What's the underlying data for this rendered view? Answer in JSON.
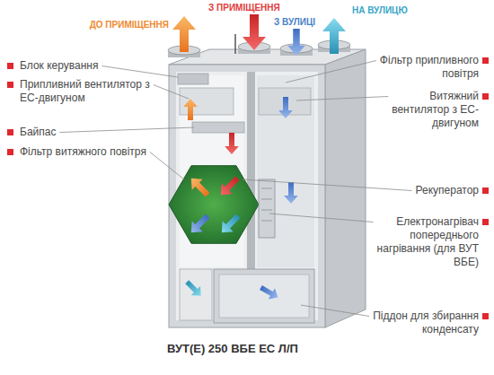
{
  "diagram": {
    "caption": "ВУТ(Е) 250 ВБЕ ЕС Л/П",
    "labels": [
      "ДО ПРИМІЩЕННЯ",
      "З ПРИМІЩЕННЯ",
      "З ВУЛИЦІ",
      "НА ВУЛИЦЮ",
      "Блок керування",
      "Припливний вентилятор з ЕС-двигуном",
      "Байпас",
      "Фільтр витяжного повітря",
      "Фільтр припливного повітря",
      "Витяжний вентилятор з ЕС-двигуном",
      "Рекуператор",
      "Електронагрівач попереднього нагрівання (для ВУТ ВБЕ)",
      "Піддон для збирання конденсату"
    ]
  }
}
